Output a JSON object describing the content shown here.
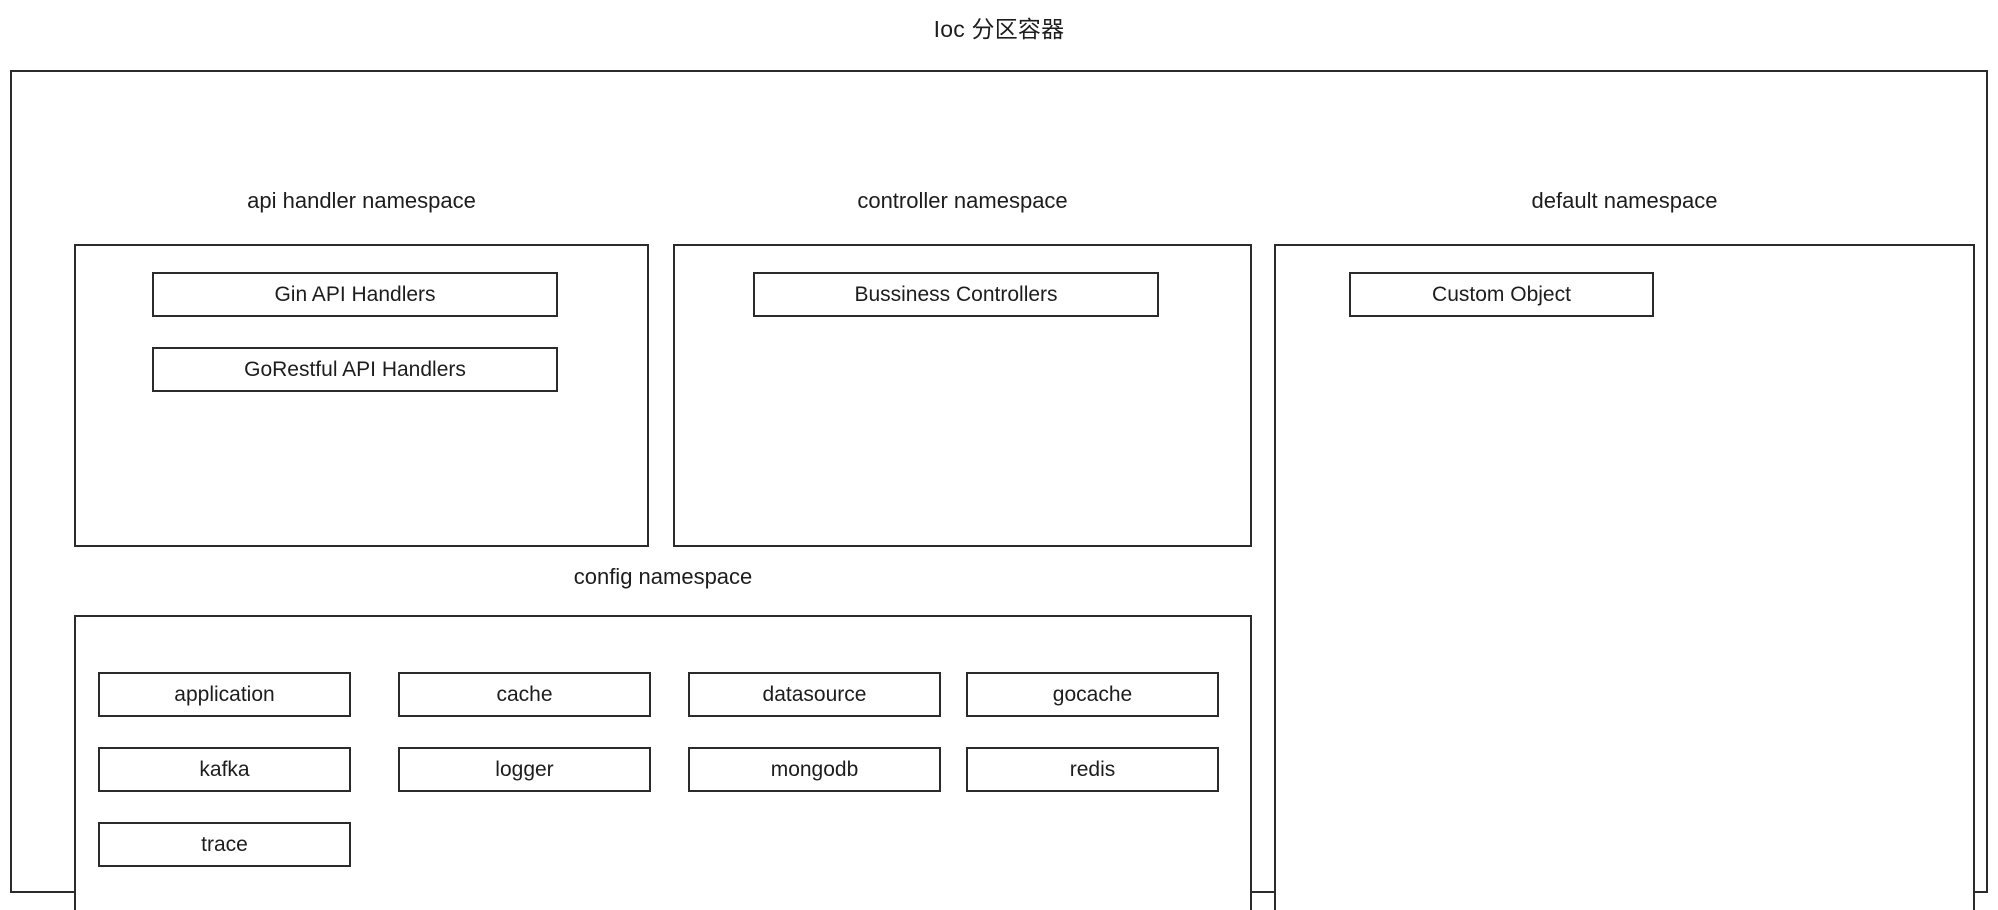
{
  "diagram": {
    "title": "Ioc 分区容器",
    "namespaces": {
      "api_handler": {
        "label": "api handler namespace",
        "beans": [
          {
            "label": "Gin API Handlers"
          },
          {
            "label": "GoRestful API Handlers"
          }
        ]
      },
      "controller": {
        "label": "controller namespace",
        "beans": [
          {
            "label": "Bussiness Controllers"
          }
        ]
      },
      "default": {
        "label": "default namespace",
        "beans": [
          {
            "label": "Custom Object"
          }
        ]
      },
      "config": {
        "label": "config namespace",
        "beans": [
          {
            "label": "application"
          },
          {
            "label": "cache"
          },
          {
            "label": "datasource"
          },
          {
            "label": "gocache"
          },
          {
            "label": "kafka"
          },
          {
            "label": "logger"
          },
          {
            "label": "mongodb"
          },
          {
            "label": "redis"
          },
          {
            "label": "trace"
          }
        ]
      }
    }
  },
  "colors": {
    "stroke": "#2b2b2b",
    "text": "#1d1d1d",
    "background": "#ffffff"
  }
}
